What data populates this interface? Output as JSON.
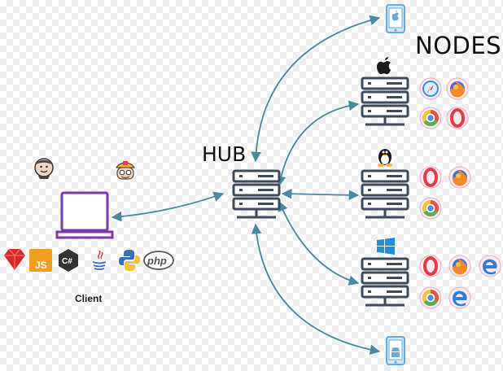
{
  "labels": {
    "hub": "HUB",
    "nodes": "NODES",
    "client": "Client"
  },
  "client_languages": [
    "JS",
    "C#",
    "php"
  ],
  "colors": {
    "arrow": "#4a8a9c",
    "server": "#3f4a5a",
    "laptop": "#7b3aa8",
    "phone": "#6aa9d8"
  }
}
